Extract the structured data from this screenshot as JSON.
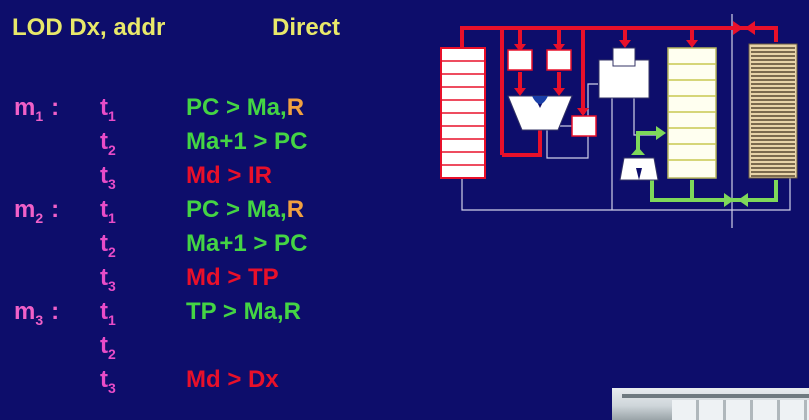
{
  "header": {
    "instruction": "LOD Dx, addr",
    "mode": "Direct"
  },
  "cycles": [
    {
      "label": "m",
      "index": "1",
      "sep": ":",
      "steps": [
        {
          "t": "t",
          "ti": "1",
          "parts": [
            {
              "text": "PC > Ma,",
              "color": "green"
            },
            {
              "text": "R",
              "color": "orange"
            }
          ]
        },
        {
          "t": "t",
          "ti": "2",
          "parts": [
            {
              "text": "Ma+1 > PC",
              "color": "green"
            }
          ]
        },
        {
          "t": "t",
          "ti": "3",
          "parts": [
            {
              "text": "Md > IR",
              "color": "red"
            }
          ]
        }
      ]
    },
    {
      "label": "m",
      "index": "2",
      "sep": ":",
      "steps": [
        {
          "t": "t",
          "ti": "1",
          "parts": [
            {
              "text": "PC > Ma,",
              "color": "green"
            },
            {
              "text": "R",
              "color": "orange"
            }
          ]
        },
        {
          "t": "t",
          "ti": "2",
          "parts": [
            {
              "text": "Ma+1 > PC",
              "color": "green"
            }
          ]
        },
        {
          "t": "t",
          "ti": "3",
          "parts": [
            {
              "text": "Md > TP",
              "color": "red"
            }
          ]
        }
      ]
    },
    {
      "label": "m",
      "index": "3",
      "sep": ":",
      "steps": [
        {
          "t": "t",
          "ti": "1",
          "parts": [
            {
              "text": "TP > Ma,R",
              "color": "green"
            }
          ]
        },
        {
          "t": "t",
          "ti": "2",
          "parts": []
        },
        {
          "t": "t",
          "ti": "3",
          "parts": [
            {
              "text": "Md > Dx",
              "color": "red"
            }
          ]
        }
      ]
    }
  ],
  "colors": {
    "background": "#0d0d6b",
    "title": "#e8e86a",
    "machine_cycle": "#e84cc8",
    "transfer_green": "#44d444",
    "transfer_red": "#e8102a",
    "read_signal": "#f0a040",
    "bus_red": "#e8102a",
    "bus_green": "#7ed85a"
  }
}
